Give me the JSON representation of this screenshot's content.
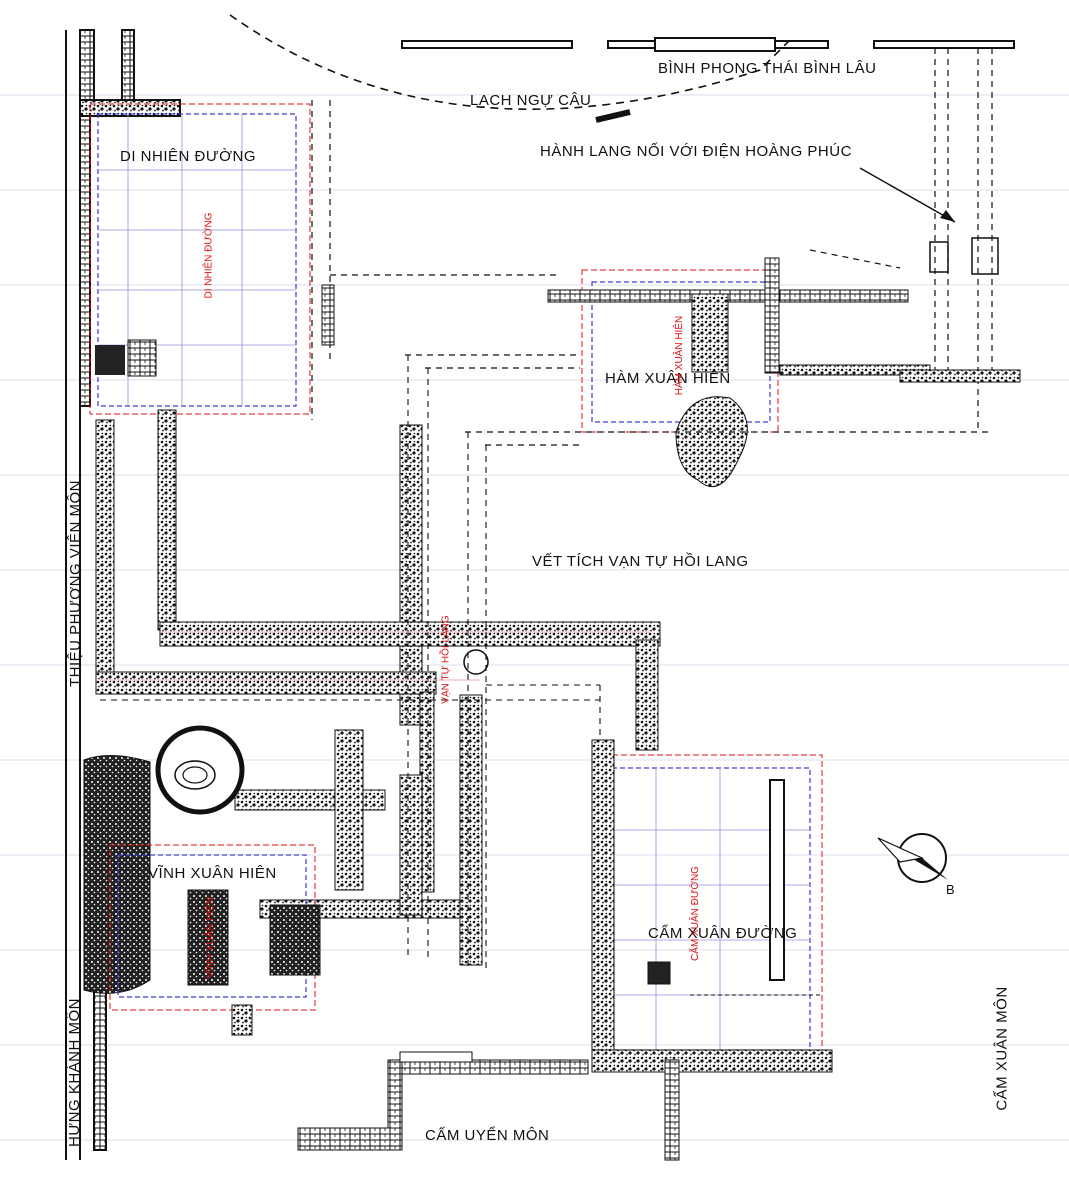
{
  "labels": {
    "binh_phong": "BÌNH PHONG THÁI BÌNH LÂU",
    "lach_ngu_cau": "LẠCH NGỰ CÂU",
    "hanh_lang": "HÀNH LANG NỐI VỚI ĐIỆN HOÀNG PHÚC",
    "di_nhien_duong": "DI NHIÊN ĐƯỜNG",
    "di_nhien_duong_red": "DI NHIÊN ĐƯỜNG",
    "ham_xuan_hien": "HÀM XUÂN HIÊN",
    "ham_xuan_hien_red": "HÀM XUÂN HIÊN",
    "vet_tich": "VẾT TÍCH VẠN TỰ HỒI LANG",
    "van_tu_hoi_lang_red": "VẠN TỰ HỒI LANG",
    "thieu_phuong": "THIỆU PHƯƠNG VIÊN MÔN",
    "vinh_xuan_hien": "VĨNH XUÂN HIÊN",
    "vinh_xuan_hien_red": "VĨNH XUÂN HIÊN",
    "cam_xuan_duong": "CẨM XUÂN ĐƯỜNG",
    "cam_xuan_duong_red": "CẨM XUÂN ĐƯỜNG",
    "hung_khanh": "HƯNG KHÁNH MÔN",
    "cam_uyen": "CẤM UYỂN MÔN",
    "cam_xuan_mon": "CẨM XUÂN MÔN"
  },
  "compass": {
    "letter": "B"
  },
  "colors": {
    "ink": "#111111",
    "red_plan": "#e01010",
    "blue_grid": "#3a3ad0",
    "ruled_lines": "#d8d8e8"
  }
}
